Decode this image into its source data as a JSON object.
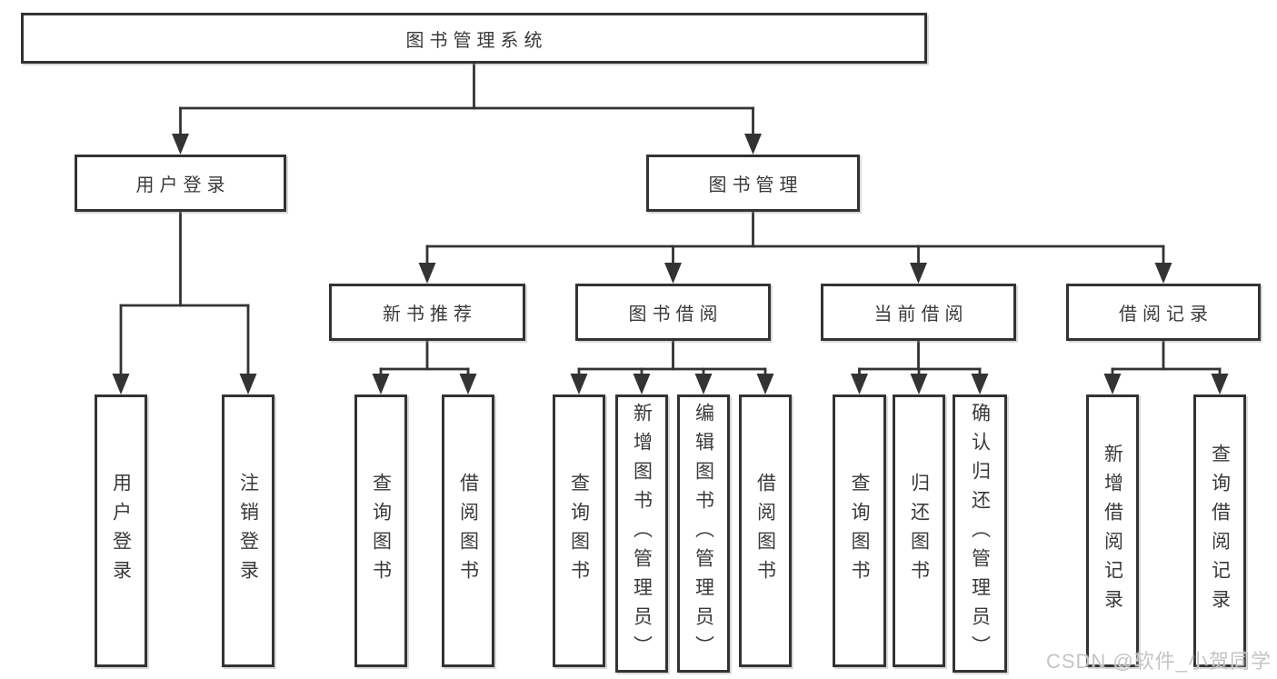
{
  "diagram": {
    "type": "hierarchy",
    "watermark": "CSDN @软件_小贺同学",
    "colors": {
      "line": "#333333",
      "text": "#3a3a3a",
      "box_background": "#ffffff",
      "watermark": "#c4c4c4"
    },
    "nodes": [
      {
        "id": "root",
        "label": "图书管理系统",
        "parent": null
      },
      {
        "id": "user-login",
        "label": "用户登录",
        "parent": "root"
      },
      {
        "id": "book-mgmt",
        "label": "图书管理",
        "parent": "root"
      },
      {
        "id": "new-book-rec",
        "label": "新书推荐",
        "parent": "book-mgmt"
      },
      {
        "id": "book-borrow",
        "label": "图书借阅",
        "parent": "book-mgmt"
      },
      {
        "id": "current-borrow",
        "label": "当前借阅",
        "parent": "book-mgmt"
      },
      {
        "id": "borrow-record",
        "label": "借阅记录",
        "parent": "book-mgmt"
      },
      {
        "id": "leaf-user-login",
        "label": "用户登录",
        "parent": "user-login"
      },
      {
        "id": "leaf-logout",
        "label": "注销登录",
        "parent": "user-login"
      },
      {
        "id": "leaf-query-books-rec",
        "label": "查询图书",
        "parent": "new-book-rec"
      },
      {
        "id": "leaf-borrow-books-rec",
        "label": "借阅图书",
        "parent": "new-book-rec"
      },
      {
        "id": "leaf-query-books-borrow",
        "label": "查询图书",
        "parent": "book-borrow"
      },
      {
        "id": "leaf-add-books",
        "label": "新增图书（管理员）",
        "parent": "book-borrow"
      },
      {
        "id": "leaf-edit-books",
        "label": "编辑图书（管理员）",
        "parent": "book-borrow"
      },
      {
        "id": "leaf-borrow-books",
        "label": "借阅图书",
        "parent": "book-borrow"
      },
      {
        "id": "leaf-query-books-cur",
        "label": "查询图书",
        "parent": "current-borrow"
      },
      {
        "id": "leaf-return-books",
        "label": "归还图书",
        "parent": "current-borrow"
      },
      {
        "id": "leaf-confirm-return",
        "label": "确认归还（管理员）",
        "parent": "current-borrow"
      },
      {
        "id": "leaf-add-borrow-rec",
        "label": "新增借阅记录",
        "parent": "borrow-record"
      },
      {
        "id": "leaf-query-borrow-rec",
        "label": "查询借阅记录",
        "parent": "borrow-record"
      }
    ]
  }
}
